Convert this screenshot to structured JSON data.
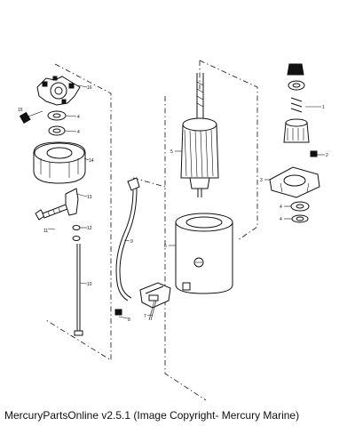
{
  "caption": "MercuryPartsOnline v2.5.1 (Image Copyright- Mercury Marine)",
  "callouts": {
    "c1": "1",
    "c2": "2",
    "c3": "3",
    "c4a": "4",
    "c4b": "4",
    "c4c": "4",
    "c4d": "4",
    "c5": "5",
    "c6": "6",
    "c7": "7",
    "c8": "8",
    "c9": "9",
    "c10": "10",
    "c11": "11",
    "c12": "12",
    "c13": "13",
    "c14": "14",
    "c15": "15",
    "c16": "16"
  }
}
